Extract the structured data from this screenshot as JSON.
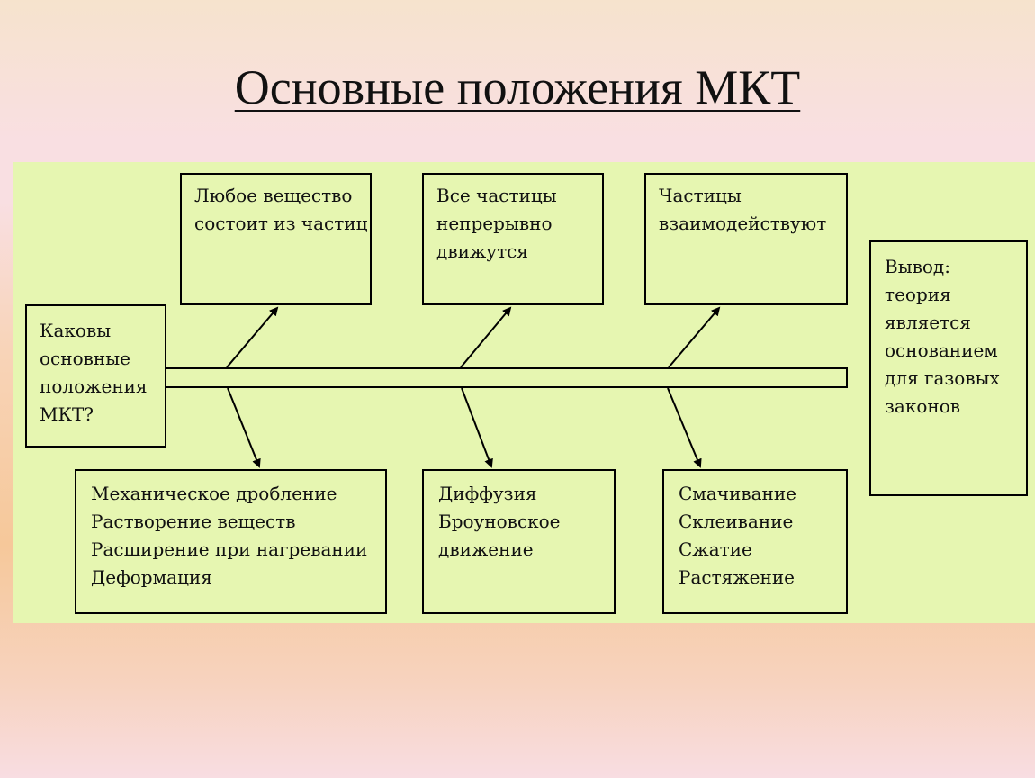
{
  "title": "Основные положения МКТ",
  "question": [
    "Каковы",
    "основные",
    "положения",
    "МКТ?"
  ],
  "top_boxes": [
    {
      "lines": [
        "Любое вещество",
        "состоит из частиц"
      ]
    },
    {
      "lines": [
        "Все частицы",
        "непрерывно",
        "движутся"
      ]
    },
    {
      "lines": [
        "Частицы",
        "взаимодействуют"
      ]
    }
  ],
  "bottom_boxes": [
    {
      "lines": [
        "Механическое дробление",
        "Растворение веществ",
        "Расширение при нагревании",
        "Деформация"
      ]
    },
    {
      "lines": [
        "Диффузия",
        "Броуновское",
        "движение"
      ]
    },
    {
      "lines": [
        "Смачивание",
        "Склеивание",
        "Сжатие",
        "Растяжение"
      ]
    }
  ],
  "conclusion": [
    "Вывод:",
    "теория",
    "является",
    "основанием",
    "для газовых",
    "законов"
  ],
  "colors": {
    "panel": "#e6f6b1",
    "border": "#000000"
  }
}
